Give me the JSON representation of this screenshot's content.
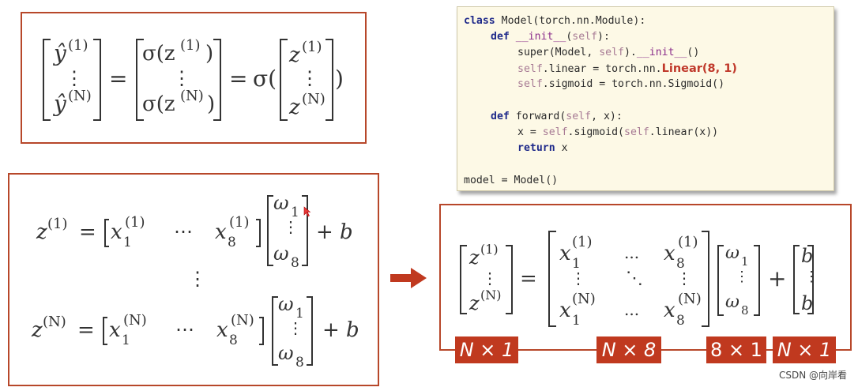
{
  "box1": {
    "lhs_top": "ŷ",
    "lhs_top_sup": "(1)",
    "lhs_bottom": "ŷ",
    "lhs_bottom_sup": "(N)",
    "eq": "=",
    "mid_top": "σ(z",
    "mid_top_sup": "(1)",
    "mid_top_close": ")",
    "mid_bottom": "σ(z",
    "mid_bottom_sup": "(N)",
    "mid_bottom_close": ")",
    "eq2": "=",
    "sigma": "σ(",
    "vec_top": "z",
    "vec_top_sup": "(1)",
    "vec_bottom": "z",
    "vec_bottom_sup": "(N)",
    "close": ")",
    "vdots": "⋮"
  },
  "box2": {
    "row1": {
      "z": "z",
      "z_sup": "(1)",
      "eq": "=",
      "x1": "x",
      "x1_sub": "1",
      "x1_sup": "(1)",
      "dots": "⋯",
      "x8": "x",
      "x8_sub": "8",
      "x8_sup": "(1)",
      "w1": "ω",
      "w1_sub": "1",
      "w8": "ω",
      "w8_sub": "8",
      "plus_b": "+ b"
    },
    "rowN": {
      "z": "z",
      "z_sup": "(N)",
      "eq": "=",
      "x1": "x",
      "x1_sub": "1",
      "x1_sup": "(N)",
      "dots": "⋯",
      "x8": "x",
      "x8_sub": "8",
      "x8_sup": "(N)",
      "w1": "ω",
      "w1_sub": "1",
      "w8": "ω",
      "w8_sub": "8",
      "plus_b": "+ b"
    },
    "vdots": "⋮"
  },
  "code": {
    "l1_kw": "class",
    "l1_rest": " Model(torch.nn.Module):",
    "l2_kw": "def",
    "l2_dunder": "__init__",
    "l2_open": "(",
    "l2_self": "self",
    "l2_close": "):",
    "l3_a": "super(Model, ",
    "l3_self": "self",
    "l3_b": ").",
    "l3_dunder": "__init__",
    "l3_c": "()",
    "l4_self": "self",
    "l4_a": ".linear = torch.nn.",
    "l4_hl": "Linear(8, 1)",
    "l5_self": "self",
    "l5_a": ".sigmoid = torch.nn.Sigmoid()",
    "l6_kw": "def",
    "l6_a": " forward(",
    "l6_self": "self",
    "l6_b": ", x):",
    "l7_a": "x = ",
    "l7_self": "self",
    "l7_b": ".sigmoid(",
    "l7_self2": "self",
    "l7_c": ".linear(x))",
    "l8_kw": "return",
    "l8_a": " x",
    "l9": "model = Model()"
  },
  "box3": {
    "z": "z",
    "z_top_sup": "(1)",
    "z_bottom_sup": "(N)",
    "eq": "=",
    "x": "x",
    "sub1": "1",
    "sub8": "8",
    "sup1": "(1)",
    "supN": "(N)",
    "hdots": "...",
    "ddots": "⋱",
    "vdots": "⋮",
    "w": "ω",
    "w_sub1": "1",
    "w_sub8": "8",
    "plus": "+",
    "b": "b"
  },
  "dims": {
    "d1": "N × 1",
    "d2": "N × 8",
    "d3": "8 × 1",
    "d4": "N × 1"
  },
  "watermark": "CSDN @向岸看",
  "colors": {
    "accent": "#c0391f",
    "box_border": "#b7472a",
    "code_bg": "#fdf9e6"
  },
  "icons": {
    "arrow": "right-arrow-icon",
    "cursor": "mouse-cursor-icon"
  }
}
